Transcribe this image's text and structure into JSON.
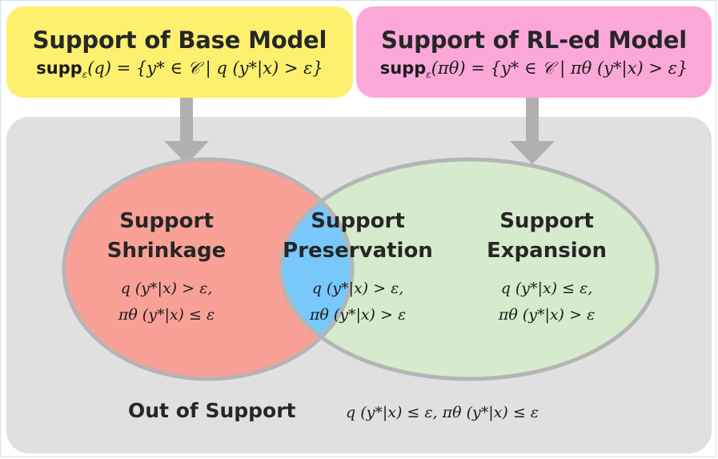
{
  "base_box": {
    "title": "Support of Base Model",
    "formula_lead": "supp",
    "formula_sub": "ε",
    "formula_rest": "(q) = {y* ∈ 𝒞 | q (y*|x) > ε}"
  },
  "rl_box": {
    "title": "Support of RL-ed Model",
    "formula_lead": "supp",
    "formula_sub": "ε",
    "formula_rest": "(πθ) = {y* ∈ 𝒞 | πθ (y*|x) > ε}"
  },
  "regions": {
    "shrinkage": {
      "title_line1": "Support",
      "title_line2": "Shrinkage",
      "formula_line1": "q (y*|x) > ε,",
      "formula_line2": "πθ (y*|x) ≤ ε"
    },
    "preservation": {
      "title_line1": "Support",
      "title_line2": "Preservation",
      "formula_line1": "q (y*|x) > ε,",
      "formula_line2": "πθ (y*|x) > ε"
    },
    "expansion": {
      "title_line1": "Support",
      "title_line2": "Expansion",
      "formula_line1": "q (y*|x) ≤ ε,",
      "formula_line2": "πθ (y*|x) > ε"
    }
  },
  "out_of_support": {
    "title": "Out of Support",
    "formula": "q (y*|x) ≤ ε, πθ (y*|x) ≤ ε"
  },
  "colors": {
    "base_box": "#fdf06f",
    "rl_box": "#fba8d9",
    "panel": "#e0e0e0",
    "shrinkage": "#f9a197",
    "preservation": "#78c8fb",
    "expansion": "#d6ebcd",
    "outline": "#b5b5b5",
    "arrow": "#b0b0b0"
  }
}
